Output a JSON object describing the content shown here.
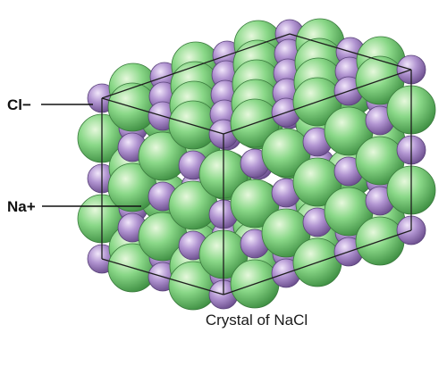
{
  "labels": {
    "chloride": "Cl−",
    "sodium": "Na+"
  },
  "caption": "Crystal of NaCl",
  "colors": {
    "chloride_ion": "#76cc74",
    "chloride_highlight": "#e6f8dc",
    "chloride_shade": "#3f8f43",
    "sodium_ion": "#a283c5",
    "sodium_highlight": "#f1e6fa",
    "sodium_shade": "#6b4e8d",
    "outline": "#1e1e1e"
  }
}
